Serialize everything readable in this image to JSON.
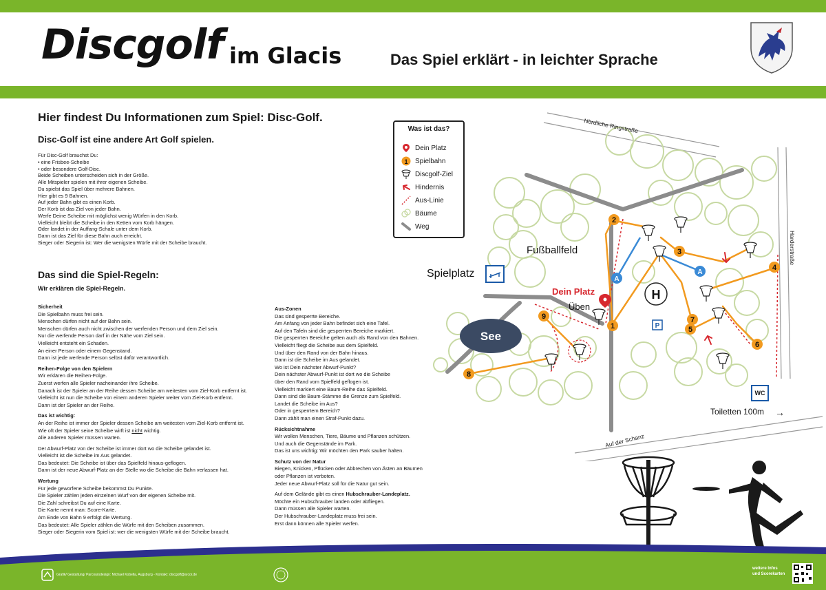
{
  "header": {
    "title_main": "Discgolf",
    "title_sub": "im Glacis",
    "subtitle": "Das Spiel erklärt - in leichter Sprache"
  },
  "intro": {
    "heading": "Hier findest Du Informationen zum Spiel: Disc-Golf.",
    "subheading": "Disc-Golf ist eine andere Art Golf spielen.",
    "lines": [
      "Für Disc-Golf brauchst Du:",
      "• eine Frisbee-Scheibe",
      "• oder besondere Golf-Disc.",
      "Beide Scheiben unterscheiden sich in der Größe.",
      "Alle Mitspieler spielen mit ihrer eigenen Scheibe.",
      "Du spielst das Spiel über mehrere Bahnen.",
      "Hier gibt es 9 Bahnen.",
      "Auf jeder Bahn gibt es einen Korb.",
      "Der Korb ist das Ziel von jeder Bahn.",
      "Werfe Deine Scheibe mit möglichst wenig Würfen in den Korb.",
      "Vielleicht bleibt die Scheibe in den Ketten vom Korb hängen.",
      "Oder landet in der Auffang-Schale unter dem Korb.",
      "Dann ist das Ziel für diese Bahn auch erreicht.",
      "Sieger oder Siegerin ist: Wer die wenigsten Würfe mit der Scheibe braucht."
    ]
  },
  "rules": {
    "heading": "Das sind die Spiel-Regeln:",
    "subheading": "Wir erklären die Spiel-Regeln.",
    "sicherheit": {
      "title": "Sicherheit",
      "lines": [
        "Die Spielbahn muss frei sein.",
        "Menschen dürfen nicht auf der Bahn sein.",
        "Menschen dürfen auch nicht zwischen der werfenden Person und dem Ziel sein.",
        "Nur die werfende Person darf in der Nähe vom Ziel sein.",
        "Vielleicht entsteht ein Schaden.",
        "An einer Person oder einem Gegenstand.",
        "Dann ist jede werfende Person selbst dafür verantwortlich."
      ]
    },
    "reihenfolge": {
      "title": "Reihen-Folge von den Spielern",
      "lines": [
        "Wir erklären die Reihen-Folge.",
        "Zuerst werfen alle Spieler nacheinander ihre Scheibe.",
        "Danach ist der Spieler an der Reihe dessen Scheibe am weitesten vom Ziel-Korb entfernt ist.",
        "Vielleicht ist nun die Scheibe von einem anderen Spieler weiter vom Ziel-Korb entfernt.",
        "Dann ist der Spieler an der Reihe."
      ]
    },
    "wichtig": {
      "title": "Das ist wichtig:",
      "line1": "An der Reihe ist immer der Spieler dessen Scheibe am weitesten vom Ziel-Korb entfernt ist.",
      "line2_a": "Wie oft der Spieler seine Scheibe wirft ist ",
      "line2_b": "nicht",
      "line2_c": " wichtig.",
      "line3": "Alle anderen Spieler müssen warten."
    },
    "abwurf": {
      "lines": [
        "Der Abwurf-Platz von der Scheibe ist immer dort wo die Scheibe gelandet ist.",
        "Vielleicht ist die Scheibe im Aus gelandet.",
        "Das bedeutet: Die Scheibe ist über das Spielfeld hinaus-geflogen.",
        "Dann ist der neue Abwurf-Platz an der Stelle wo die Scheibe die Bahn verlassen hat."
      ]
    },
    "wertung": {
      "title": "Wertung",
      "lines": [
        "Für jede geworfene Scheibe bekommst Du Punkte.",
        "Die Spieler zählen jeden einzelnen Wurf von der eigenen Scheibe mit.",
        "Die Zahl schreibst Du auf eine Karte.",
        "Die Karte nennt man: Score-Karte.",
        "Am Ende von Bahn 9 erfolgt die Wertung.",
        "Das bedeutet: Alle Spieler zählen die Würfe mit den Scheiben zusammen.",
        "Sieger oder Siegerin vom Spiel ist: wer die wenigsten Würfe mit der Scheibe braucht."
      ]
    },
    "auszonen": {
      "title": "Aus-Zonen",
      "lines": [
        "Das sind gesperrte Bereiche.",
        "Am Anfang von jeder Bahn befindet sich eine Tafel.",
        "Auf den Tafeln sind die gesperrten Bereiche markiert.",
        "Die gesperrten Bereiche gelten auch als Rand von den Bahnen.",
        "Vielleicht fliegt die Scheibe aus dem Spielfeld.",
        "Und über den Rand von der Bahn hinaus.",
        "Dann ist die Scheibe im Aus gelandet.",
        "Wo ist Dein nächster Abwurf-Punkt?",
        "Dein nächster Abwurf-Punkt ist dort wo die Scheibe",
        "über den Rand vom Spielfeld geflogen ist.",
        "Vielleicht markiert eine Baum-Reihe das Spielfeld.",
        "Dann sind die Baum-Stämme die Grenze zum Spielfeld.",
        "Landet die Scheibe im Aus?",
        "Oder in gesperrtem Bereich?",
        "Dann zählt man einen Straf-Punkt dazu."
      ]
    },
    "ruecksicht": {
      "title": "Rücksichtnahme",
      "lines": [
        "Wir wollen Menschen, Tiere, Bäume und Pflanzen schützen.",
        "Und auch die Gegenstände im Park.",
        "Das ist uns wichtig: Wir möchten den Park sauber halten."
      ]
    },
    "natur": {
      "title": "Schutz von der Natur",
      "lines": [
        "Biegen, Knicken, Pflücken oder Abbrechen von Ästen an Bäumen",
        "oder Pflanzen ist verboten.",
        "Jeder neue Abwurf-Platz soll für die Natur gut sein."
      ]
    },
    "heli": {
      "line1_a": "Auf dem Gelände gibt es einen ",
      "line1_b": "Hubschrauber-Landeplatz.",
      "lines": [
        "Möchte ein Hubschrauber landen oder abfliegen.",
        "Dann müssen alle Spieler warten.",
        "Der Hubschrauber-Landeplatz muss frei sein.",
        "Erst dann können alle Spieler werfen."
      ]
    }
  },
  "legend": {
    "title": "Was ist das?",
    "items": [
      "Dein Platz",
      "Spielbahn",
      "Discgolf-Ziel",
      "Hindernis",
      "Aus-Linie",
      "Bäume",
      "Weg"
    ],
    "colors": {
      "course": "#f29a1f",
      "marker": "#d7282f",
      "tree": "#c7d9a3",
      "path": "#8c8c8c",
      "blue": "#3a8ad6",
      "green": "#7ab52a",
      "lake": "#3b4a63"
    }
  },
  "map": {
    "road_north": "Nördliche Ringstraße",
    "road_east": "Harderstraße",
    "road_south": "Auf der Schanz",
    "field": "Fußballfeld",
    "playground": "Spielplatz",
    "dein_platz": "Dein Platz",
    "ueben": "Üben",
    "lake": "See",
    "heli": "H",
    "parking": "P",
    "wc": "WC",
    "toilets": "Toiletten 100m",
    "arrow": "→",
    "holes": [
      "1",
      "2",
      "3",
      "4",
      "5",
      "6",
      "7",
      "8",
      "9"
    ],
    "a_marker": "A"
  },
  "footer": {
    "credit": "Grafik/ Gestaltung/ Parcoursdesign: Michael Kobella, Augsburg - Kontakt: discgolf@arcor.de",
    "info_1": "weitere Infos",
    "info_2": "und Scorekarten"
  }
}
